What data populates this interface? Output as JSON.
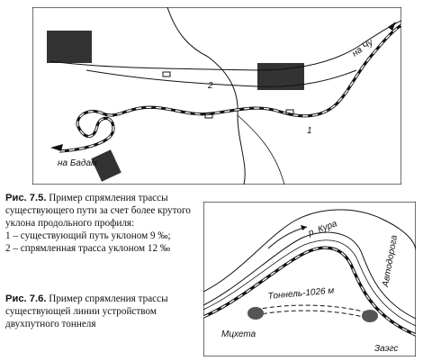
{
  "figure_7_5": {
    "labels": {
      "to_chu": "на Чу",
      "to_badam": "на Бадам",
      "route_2": "2",
      "route_1": "1"
    },
    "caption": {
      "number": "Рис. 7.5.",
      "text": " Пример спрямления трассы существующего пути за счет более крутого уклона продольного профиля:",
      "legend_1": "1 – существующий путь уклоном 9 ‰;",
      "legend_2": "2 – спрямленная трасса уклоном 12 ‰"
    }
  },
  "figure_7_6": {
    "labels": {
      "river": "р. Кура",
      "road": "Автодорога",
      "tunnel": "Тоннель-1026 м",
      "mikheta": "Мцхета",
      "zaegs": "Заэгс"
    },
    "caption": {
      "number": "Рис. 7.6.",
      "text": " Пример спрямления трассы существующей линии устройством двухпутного тоннеля"
    }
  }
}
